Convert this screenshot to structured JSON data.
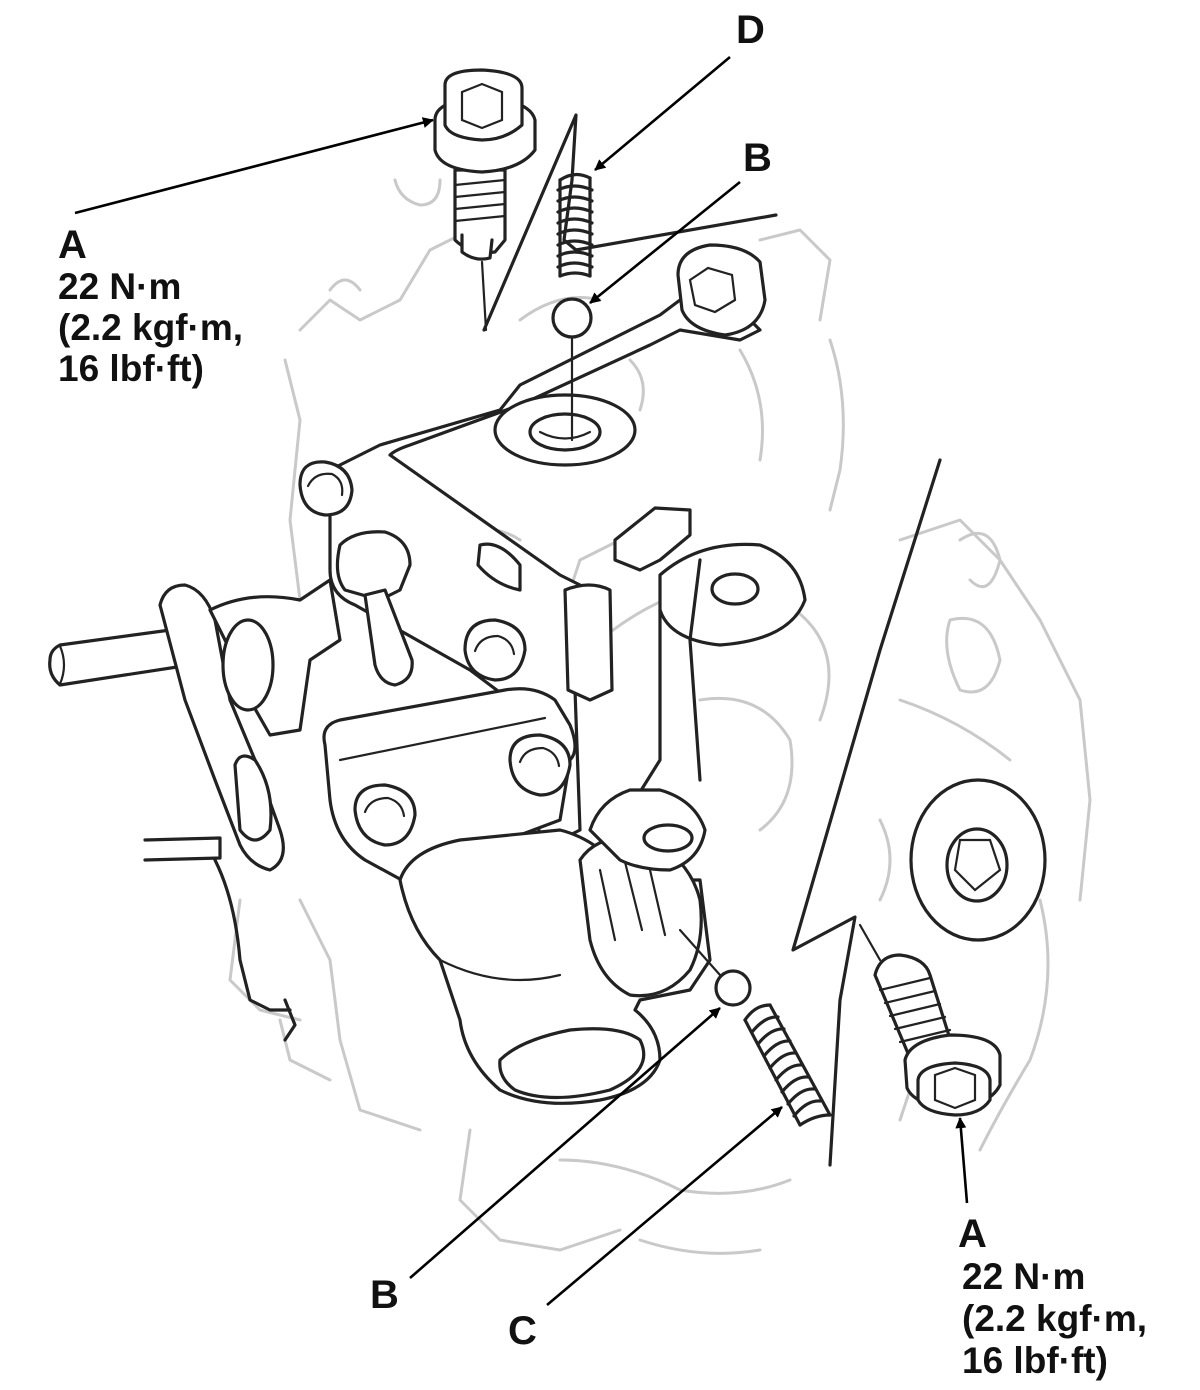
{
  "callouts": {
    "a_top": {
      "letter": "A",
      "torque": [
        "22 N·m",
        "(2.2 kgf·m,",
        "16 lbf·ft)"
      ]
    },
    "a_bottom": {
      "letter": "A",
      "torque": [
        "22 N·m",
        "(2.2 kgf·m,",
        "16 lbf·ft)"
      ]
    },
    "b_top": {
      "letter": "B"
    },
    "b_bottom": {
      "letter": "B"
    },
    "c": {
      "letter": "C"
    },
    "d": {
      "letter": "D"
    }
  },
  "colors": {
    "outline": "#222222",
    "background_ghost": "#c9c9c9",
    "leader": "#000000"
  }
}
